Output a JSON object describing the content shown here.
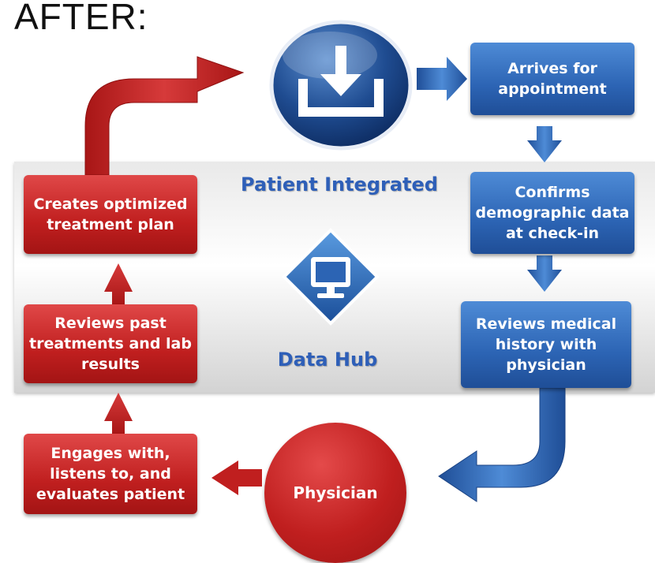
{
  "header": {
    "title": "AFTER:"
  },
  "hub": {
    "title": "Patient Integrated",
    "subtitle": "Data Hub"
  },
  "steps": {
    "arrives": "Arrives for appointment",
    "confirms": "Confirms demographic data at check-in",
    "reviews_history": "Reviews medical history with physician",
    "physician": "Physician",
    "engages": "Engages with, listens to, and evaluates patient",
    "reviews_past": "Reviews past treatments and lab results",
    "creates_plan": "Creates optimized treatment plan"
  },
  "icons": [
    "download-icon",
    "monitor-diamond-icon"
  ],
  "colors": {
    "red": "#c01f1f",
    "blue": "#2c64b4",
    "hub_text": "#2e5fb8"
  }
}
